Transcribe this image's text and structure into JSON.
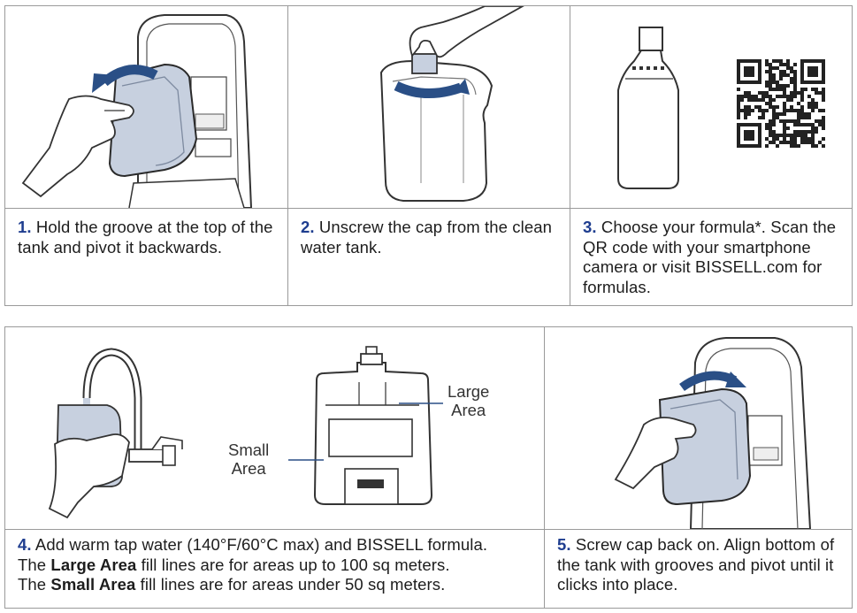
{
  "colors": {
    "accent": "#1e3d8f",
    "arrow": "#2a4f86",
    "tank": "#c7d0df",
    "border": "#9a9a9a"
  },
  "top_steps": [
    {
      "number": "1.",
      "text": "Hold the groove at the top of the tank and pivot it backwards."
    },
    {
      "number": "2.",
      "text": "Unscrew the cap from the clean water tank."
    },
    {
      "number": "3.",
      "text": "Choose your formula*. Scan the QR code with your smartphone camera or visit BISSELL.com for formulas."
    }
  ],
  "step4": {
    "number": "4.",
    "line1": "Add warm tap water (140°F/60°C max) and BISSELL formula.",
    "line2_pre": "The ",
    "line2_bold": "Large Area",
    "line2_post": " fill lines are for areas up to 100 sq meters.",
    "line3_pre": "The ",
    "line3_bold": "Small Area",
    "line3_post": " fill lines are for areas under 50 sq meters."
  },
  "step5": {
    "number": "5.",
    "text": "Screw cap back on. Align bottom of the tank with grooves and pivot until it clicks into place."
  },
  "labels": {
    "large_area_1": "Large",
    "large_area_2": "Area",
    "small_area_1": "Small",
    "small_area_2": "Area"
  },
  "icons": [
    "hand-lifting-tank-illustration",
    "unscrew-cap-illustration",
    "formula-bottle-illustration",
    "qr-code",
    "faucet-filling-tank-illustration",
    "tank-fill-lines-illustration",
    "tank-reinstall-illustration"
  ]
}
